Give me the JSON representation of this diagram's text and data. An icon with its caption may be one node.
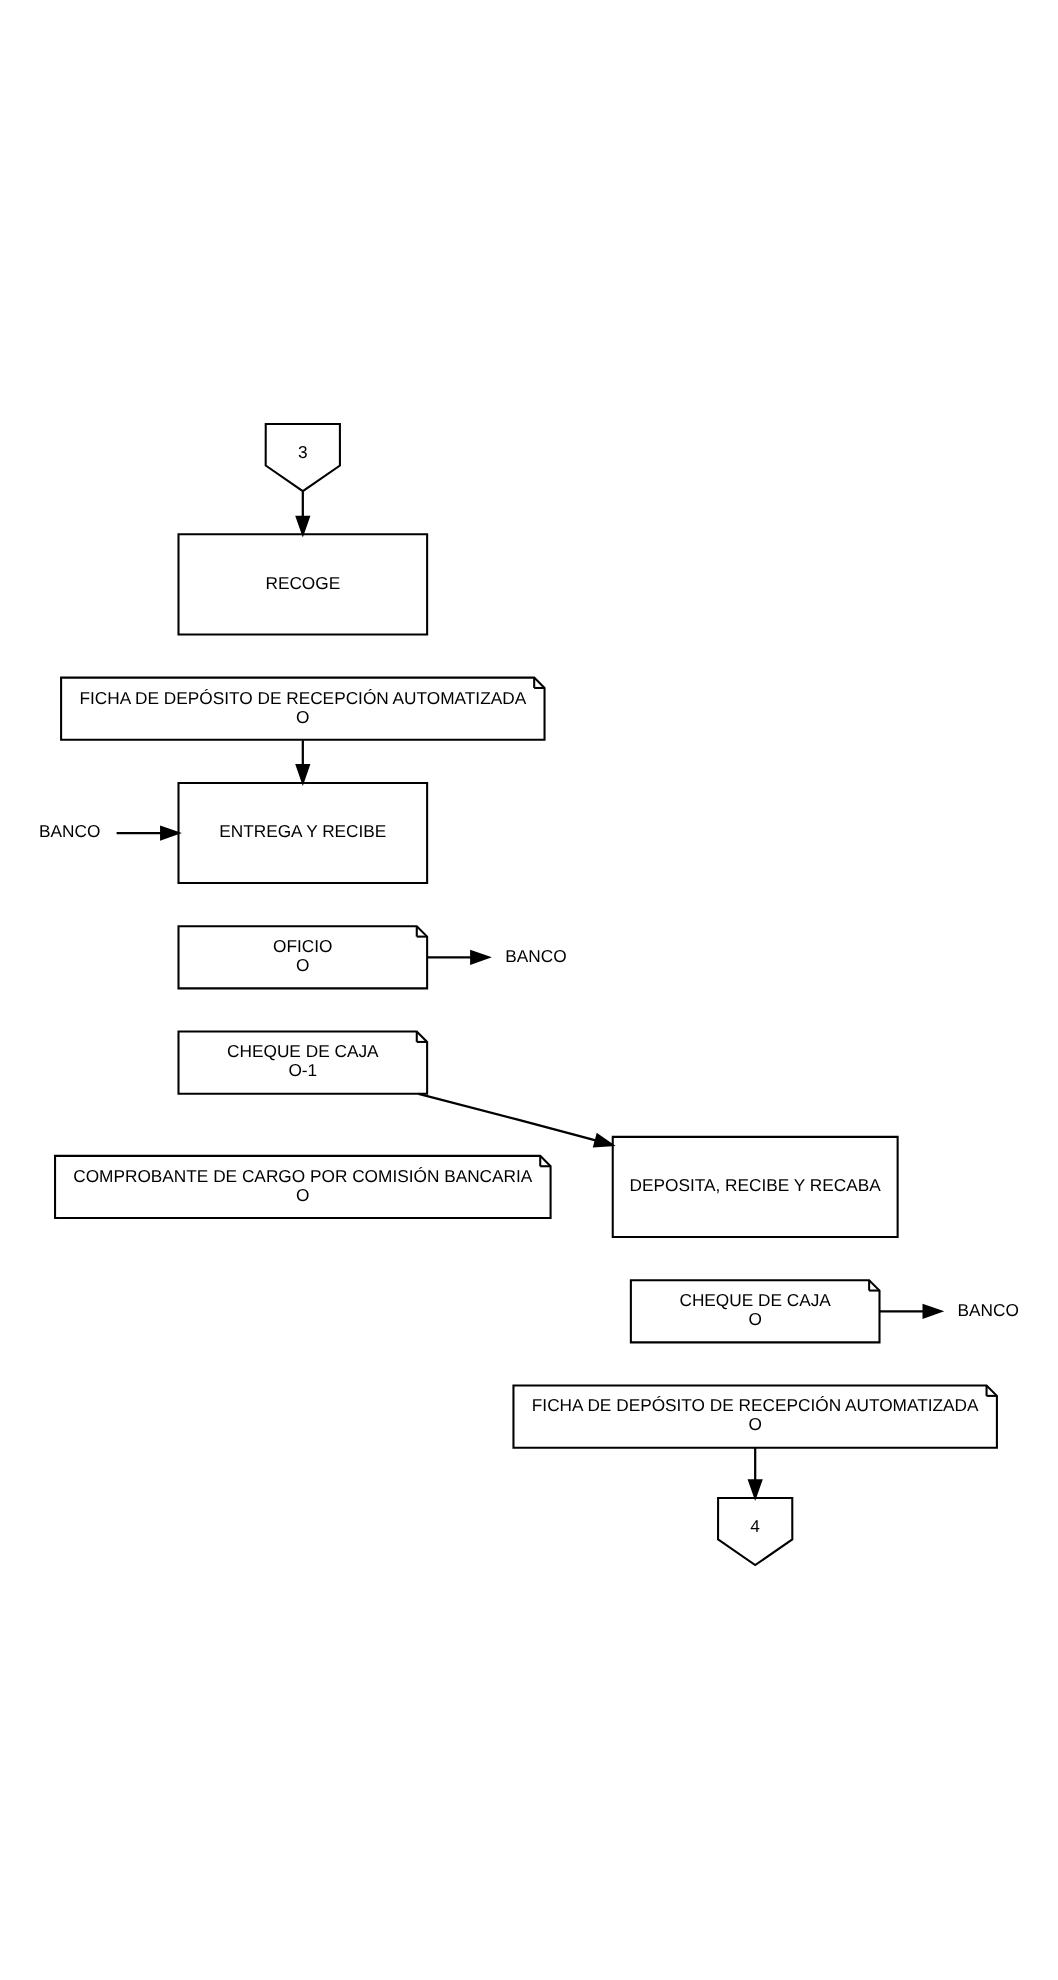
{
  "diagram": {
    "nodes": [
      {
        "text": [
          "3"
        ]
      },
      {
        "text": [
          "RECOGE"
        ]
      },
      {
        "text": [
          "FICHA DE DEPÓSITO DE RECEPCIÓN AUTOMATIZADA",
          "O"
        ]
      },
      {
        "text": [
          "BANCO"
        ]
      },
      {
        "text": [
          "ENTREGA Y RECIBE"
        ]
      },
      {
        "text": [
          "OFICIO",
          "O"
        ]
      },
      {
        "text": [
          "BANCO"
        ]
      },
      {
        "text": [
          "CHEQUE DE CAJA",
          "O-1"
        ]
      },
      {
        "text": [
          "COMPROBANTE DE CARGO POR COMISIÓN BANCARIA",
          "O"
        ]
      },
      {
        "text": [
          "DEPOSITA, RECIBE Y RECABA"
        ]
      },
      {
        "text": [
          "CHEQUE DE CAJA",
          "O"
        ]
      },
      {
        "text": [
          "BANCO"
        ]
      },
      {
        "text": [
          "FICHA DE DEPÓSITO DE RECEPCIÓN AUTOMATIZADA",
          "O"
        ]
      },
      {
        "text": [
          "4"
        ]
      }
    ],
    "edges": [
      {
        "from": 0,
        "to": 1,
        "arrow": "to"
      },
      {
        "from": 2,
        "to": 4,
        "arrow": "to"
      },
      {
        "from": 3,
        "to": 4,
        "arrow": "to"
      },
      {
        "from": 5,
        "to": 6,
        "arrow": "to"
      },
      {
        "from": 7,
        "to": 9,
        "arrow": "to"
      },
      {
        "from": 10,
        "to": 11,
        "arrow": "to"
      },
      {
        "from": 12,
        "to": 13,
        "arrow": "to"
      }
    ]
  }
}
